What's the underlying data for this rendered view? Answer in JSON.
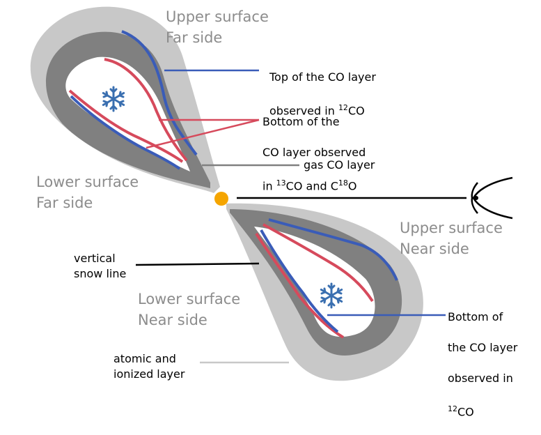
{
  "labels": {
    "upper_far": "Upper surface\nFar side",
    "lower_far": "Lower surface\nFar side",
    "upper_near": "Upper surface\nNear side",
    "lower_near": "Lower surface\nNear side",
    "top_co_line1": "Top of the CO layer",
    "top_co_line2_pre": "observed in ",
    "top_co_sup": "12",
    "top_co_post": "CO",
    "bottom_13_line1": "Bottom of the",
    "bottom_13_line2": "CO layer observed",
    "bottom_13_line3_pre": "in ",
    "bottom_13_sup1": "13",
    "bottom_13_mid": "CO and C",
    "bottom_13_sup2": "18",
    "bottom_13_post": "O",
    "gas_co": "gas CO layer",
    "snow_line": "vertical\nsnow line",
    "bottom_12_line1": "Bottom of",
    "bottom_12_line2": "the CO layer",
    "bottom_12_line3": "observed in",
    "bottom_12_sup": "12",
    "bottom_12_post": "CO",
    "atomic": "atomic and\nionized layer"
  },
  "icons": [
    "snowflake-icon",
    "observer-eye-icon",
    "central-star-icon"
  ],
  "colors": {
    "atomic_layer": "#c8c8c8",
    "gas_layer": "#808080",
    "co_12_line": "#3a5cb8",
    "co_13_18_line": "#d64a5c",
    "snowflake": "#3a6fb0",
    "star": "#f5a500",
    "label_gray": "#8c8c8c"
  }
}
